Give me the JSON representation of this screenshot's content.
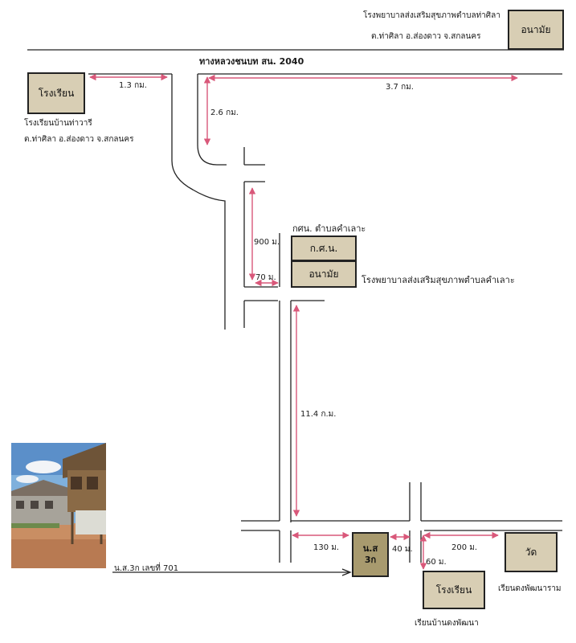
{
  "top_right": {
    "caption_line1": "โรงพยาบาลส่งเสริมสุขภาพตำบลท่าศิลา",
    "caption_line2": "ต.ท่าศิลา อ.ส่องดาว จ.สกลนคร",
    "box_label": "อนามัย"
  },
  "road_title": "ทางหลวงชนบท สน. 2040",
  "school_top": {
    "box_label": "โรงเรียน",
    "caption_line1": "โรงเรียนบ้านท่าวารี",
    "caption_line2": "ต.ท่าศิลา อ.ส่องดาว จ.สกลนคร"
  },
  "distances": {
    "d1": "1.3 กม.",
    "d2": "3.7 กม.",
    "d3": "2.6 กม.",
    "d4": "900 ม.",
    "d5": "70 ม.",
    "d6": "11.4 ก.ม.",
    "d7": "130 ม.",
    "d8": "40 ม.",
    "d9": "60 ม.",
    "d10": "200 ม."
  },
  "middle": {
    "kson_caption": "กศน. ตำบลคำเลาะ",
    "kson_box": "ก.ศ.น.",
    "health_box": "อนามัย",
    "health_caption": "โรงพยาบาลส่งเสริมสุขภาพตำบลคำเลาะ"
  },
  "bottom": {
    "ns_box_line1": "น.ส",
    "ns_box_line2": "3ก",
    "ns_caption": "น.ส.3ก เลขที่ 701",
    "school_box": "โรงเรียน",
    "school_caption": "เรียนบ้านดงพัฒนา",
    "temple_box": "วัด",
    "temple_caption": "เรียนดงพัฒนาราม"
  },
  "colors": {
    "arrow": "#d9587a",
    "road": "#222222",
    "box_fill": "#d8ceb4",
    "box_dark": "#a89a6e"
  }
}
